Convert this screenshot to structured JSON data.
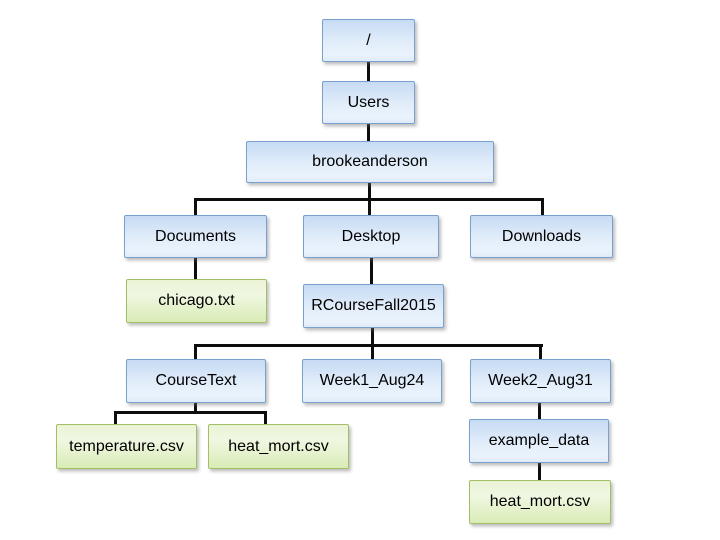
{
  "diagram": {
    "type": "file-system-tree",
    "background": "#ffffff",
    "nodes": {
      "root": {
        "label": "/",
        "kind": "directory"
      },
      "users": {
        "label": "Users",
        "kind": "directory"
      },
      "brookeanderson": {
        "label": "brookeanderson",
        "kind": "directory"
      },
      "documents": {
        "label": "Documents",
        "kind": "directory"
      },
      "desktop": {
        "label": "Desktop",
        "kind": "directory"
      },
      "downloads": {
        "label": "Downloads",
        "kind": "directory"
      },
      "chicago_txt": {
        "label": "chicago.txt",
        "kind": "file"
      },
      "rcoursefall2015": {
        "label": "RCourseFall2015",
        "kind": "directory"
      },
      "coursetext": {
        "label": "CourseText",
        "kind": "directory"
      },
      "week1_aug24": {
        "label": "Week1_Aug24",
        "kind": "directory"
      },
      "week2_aug31": {
        "label": "Week2_Aug31",
        "kind": "directory"
      },
      "temperature_csv": {
        "label": "temperature.csv",
        "kind": "file"
      },
      "heat_mort_csv_1": {
        "label": "heat_mort.csv",
        "kind": "file"
      },
      "example_data": {
        "label": "example_data",
        "kind": "directory"
      },
      "heat_mort_csv_2": {
        "label": "heat_mort.csv",
        "kind": "file"
      }
    },
    "edges": [
      [
        "root",
        "users"
      ],
      [
        "users",
        "brookeanderson"
      ],
      [
        "brookeanderson",
        "documents"
      ],
      [
        "brookeanderson",
        "desktop"
      ],
      [
        "brookeanderson",
        "downloads"
      ],
      [
        "documents",
        "chicago_txt"
      ],
      [
        "desktop",
        "rcoursefall2015"
      ],
      [
        "rcoursefall2015",
        "coursetext"
      ],
      [
        "rcoursefall2015",
        "week1_aug24"
      ],
      [
        "rcoursefall2015",
        "week2_aug31"
      ],
      [
        "coursetext",
        "temperature_csv"
      ],
      [
        "coursetext",
        "heat_mort_csv_1"
      ],
      [
        "week2_aug31",
        "example_data"
      ],
      [
        "example_data",
        "heat_mort_csv_2"
      ]
    ],
    "colors": {
      "directory_fill_top": "#c6dbf3",
      "directory_fill_bottom": "#eaf3fc",
      "directory_border": "#7aa0cf",
      "file_fill_top": "#f0f7e2",
      "file_fill_bottom": "#d9ecb6",
      "file_border": "#a3bf66",
      "connector": "#0d0d0d",
      "text": "#000000"
    }
  }
}
